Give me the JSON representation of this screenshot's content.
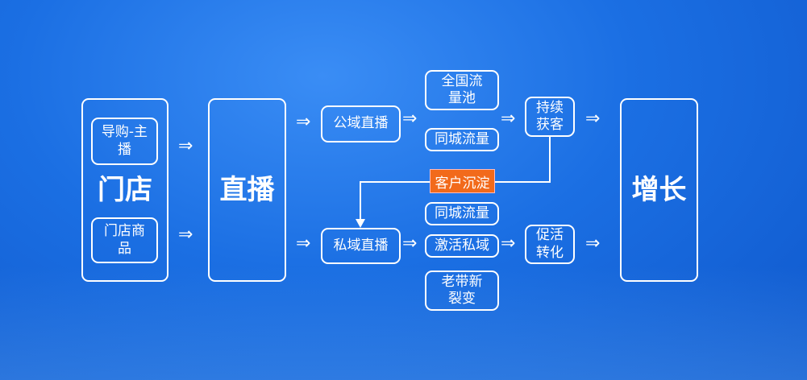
{
  "store": {
    "label": "门店",
    "guide": "导购-主播",
    "goods": "门店商品"
  },
  "live": "直播",
  "public_live": "公域直播",
  "private_live": "私域直播",
  "national_pool": "全国流量池",
  "city_traffic_1": "同城流量",
  "customer_retention": "客户沉淀",
  "city_traffic_2": "同城流量",
  "activate_private": "激活私域",
  "referral": "老带新裂变",
  "acquire": "持续获客",
  "convert": "促活转化",
  "growth": "增长",
  "arrow": "⇒",
  "colors": {
    "accent": "#f26a1b",
    "background": "#1b6fe3"
  }
}
